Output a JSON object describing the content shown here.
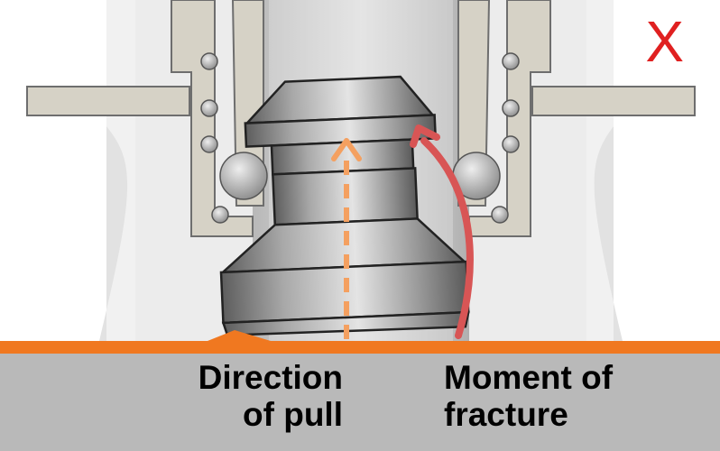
{
  "mark": {
    "text": "X",
    "color": "#e02020"
  },
  "labels": {
    "pull": {
      "line1": "Direction",
      "line2": "of pull"
    },
    "fracture": {
      "line1": "Moment of",
      "line2": "fracture"
    }
  },
  "colors": {
    "base_plate": "#b9b9b9",
    "adhesive_layer": "#f07820",
    "pull_arrow": "#f4a060",
    "moment_arrow": "#d85555",
    "dolly_metal": "#8e8e8e",
    "housing": "#d6d2c6",
    "chamber": "#eeeeee"
  }
}
